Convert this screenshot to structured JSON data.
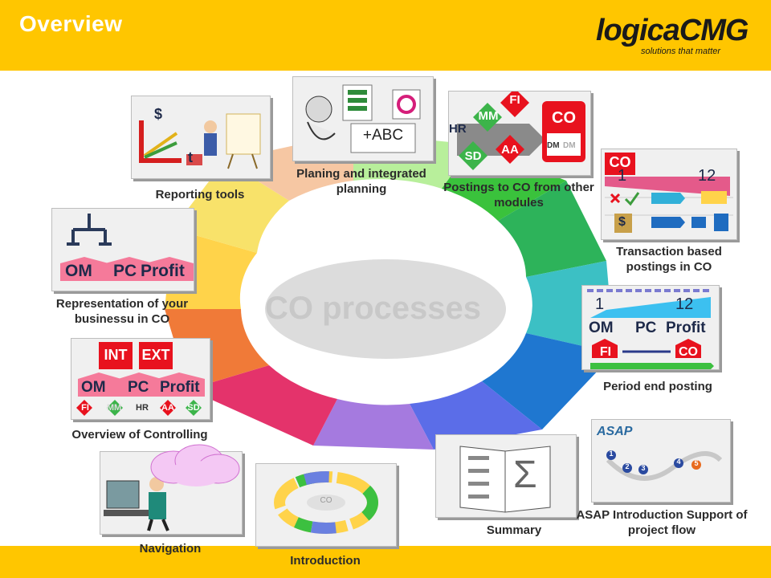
{
  "header": {
    "title": "Overview"
  },
  "logo": {
    "word": "logicaCMG",
    "tagline": "solutions that matter"
  },
  "center": {
    "label": "CO processes"
  },
  "panels": {
    "reporting": {
      "caption": "Reporting tools",
      "currency": "$",
      "t": "t"
    },
    "planning": {
      "caption": "Planing and integrated planning",
      "plus": "+ABC"
    },
    "postings": {
      "caption": "Postings to CO from other modules",
      "mm": "MM",
      "fi": "FI",
      "hr": "HR",
      "sd": "SD",
      "aa": "AA",
      "co": "CO",
      "dm1": "DM",
      "dm2": "DM"
    },
    "transaction": {
      "caption": "Transaction based postings in CO",
      "co": "CO",
      "start": "1",
      "end": "12",
      "currency": "$"
    },
    "representation": {
      "caption": "Representation of your businessu in CO",
      "om": "OM",
      "pc": "PC",
      "profit": "Profit"
    },
    "period_end": {
      "caption": "Period end posting",
      "start": "1",
      "end": "12",
      "om": "OM",
      "pc": "PC",
      "profit": "Profit",
      "fi": "FI",
      "co": "CO"
    },
    "overview": {
      "caption": "Overview of  Controlling",
      "int": "INT",
      "ext": "EXT",
      "om": "OM",
      "pc": "PC",
      "profit": "Profit",
      "fi": "FI",
      "mm": "MM",
      "hr": "HR",
      "aa": "AA",
      "sd": "SD"
    },
    "navigation": {
      "caption": "Navigation"
    },
    "introduction": {
      "caption": "Introduction",
      "co": "CO"
    },
    "summary": {
      "caption": "Summary",
      "sigma": "Σ"
    },
    "asap": {
      "caption": "ASAP Introduction Support of project flow",
      "brand": "ASAP",
      "steps": [
        "1",
        "2",
        "3",
        "4",
        "5"
      ]
    }
  },
  "colors": {
    "bar": "#FFC600",
    "co_red": "#E8121E",
    "fi_red": "#E8121E",
    "mm_green": "#3CB44A",
    "dark_blue": "#1e2a4a"
  }
}
